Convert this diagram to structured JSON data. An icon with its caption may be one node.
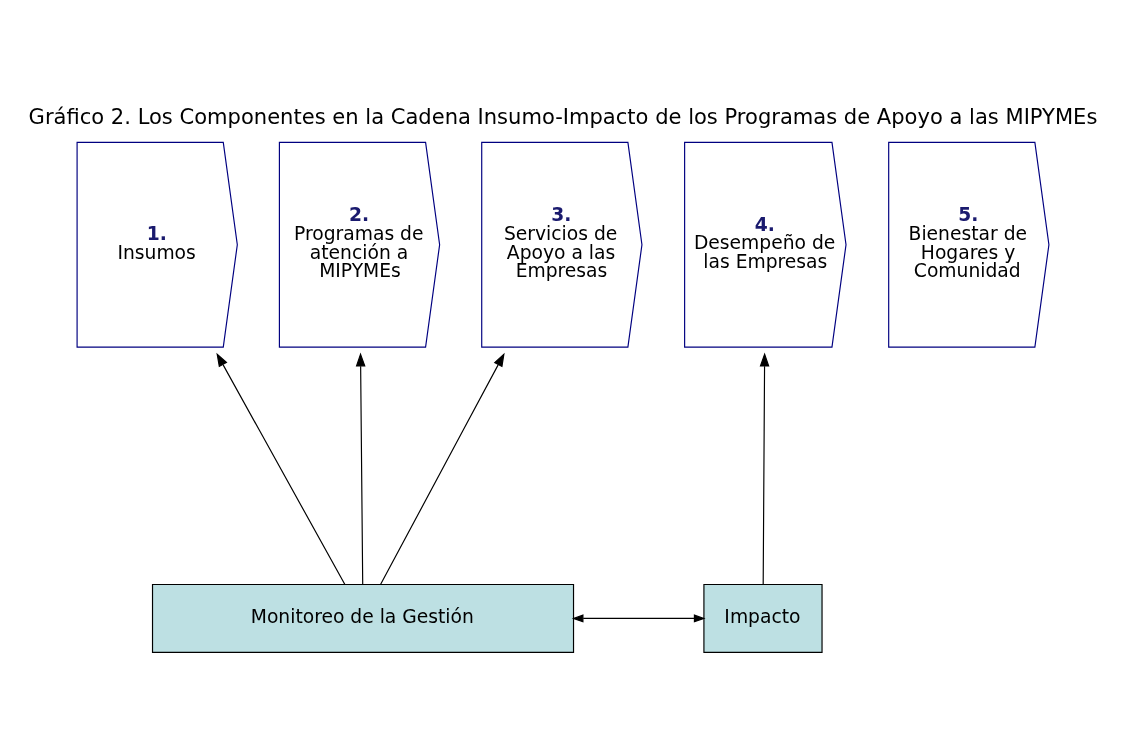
{
  "diagram": {
    "title": "Gráfico 2. Los Componentes en la Cadena Insumo-Impacto de los Programas de Apoyo a las MIPYMEs",
    "nodes": [
      {
        "text": [
          "1.",
          "Insumos"
        ]
      },
      {
        "text": [
          "2.",
          "Programas de atención a MIPYMEs"
        ]
      },
      {
        "text": [
          "3.",
          "Servicios de Apoyo a las Empresas"
        ]
      },
      {
        "text": [
          "4.",
          "Desempeño de las Empresas"
        ]
      },
      {
        "text": [
          "5.",
          "Bienestar de Hogares y Comunidad"
        ]
      },
      {
        "text": [
          "Monitoreo de la Gestión"
        ]
      },
      {
        "text": [
          "Impacto"
        ]
      }
    ],
    "edges": [
      {
        "from": 5,
        "to": 0,
        "arrow": "to"
      },
      {
        "from": 5,
        "to": 1,
        "arrow": "to"
      },
      {
        "from": 5,
        "to": 2,
        "arrow": "to"
      },
      {
        "from": 6,
        "to": 3,
        "arrow": "to"
      },
      {
        "from": 5,
        "to": 6,
        "arrow": "both"
      }
    ]
  }
}
